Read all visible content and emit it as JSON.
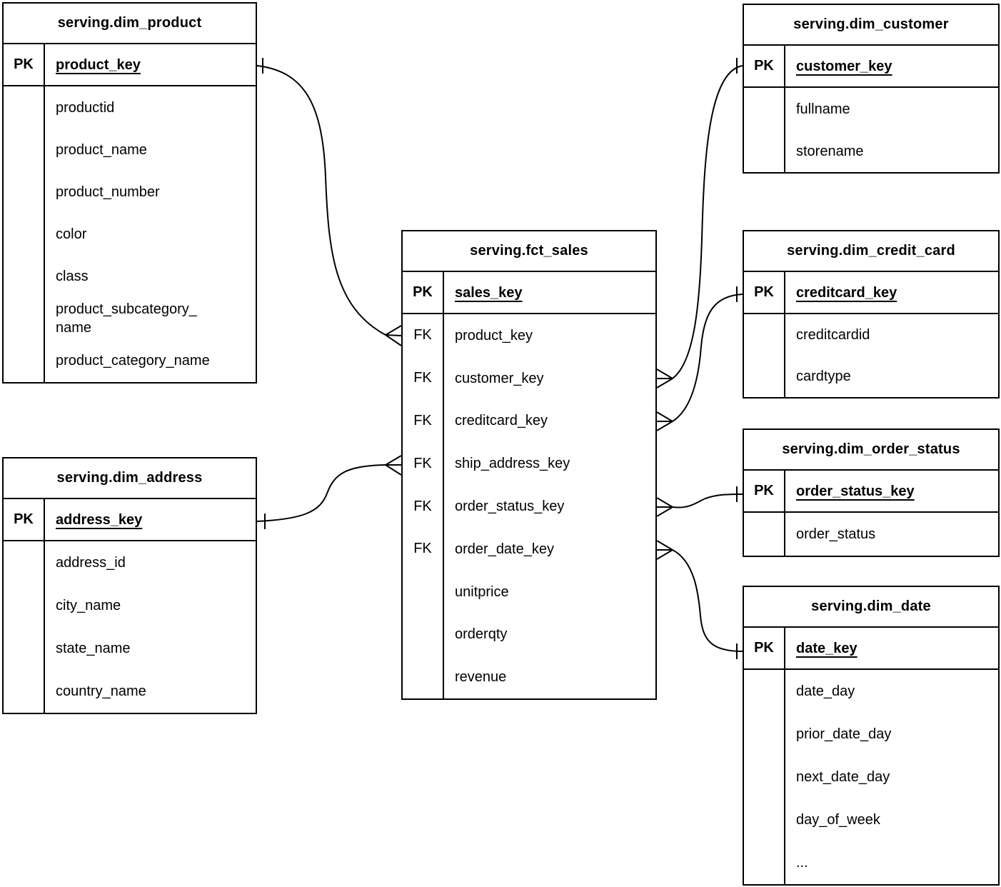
{
  "colors": {
    "line": "#000000",
    "background": "#ffffff",
    "text": "#000000"
  },
  "diagram": {
    "tables": [
      {
        "id": "dim_product",
        "title": "serving.dim_product",
        "pk": {
          "label": "PK",
          "field": "product_key"
        },
        "rows": [
          {
            "label": "",
            "field": "productid"
          },
          {
            "label": "",
            "field": "product_name"
          },
          {
            "label": "",
            "field": "product_number"
          },
          {
            "label": "",
            "field": "color"
          },
          {
            "label": "",
            "field": "class"
          },
          {
            "label": "",
            "field": "product_subcategory_\nname"
          },
          {
            "label": "",
            "field": "product_category_name"
          }
        ]
      },
      {
        "id": "dim_customer",
        "title": "serving.dim_customer",
        "pk": {
          "label": "PK",
          "field": "customer_key"
        },
        "rows": [
          {
            "label": "",
            "field": "fullname"
          },
          {
            "label": "",
            "field": "storename"
          }
        ]
      },
      {
        "id": "fct_sales",
        "title": "serving.fct_sales",
        "pk": {
          "label": "PK",
          "field": "sales_key"
        },
        "rows": [
          {
            "label": "FK",
            "field": "product_key"
          },
          {
            "label": "FK",
            "field": "customer_key"
          },
          {
            "label": "FK",
            "field": "creditcard_key"
          },
          {
            "label": "FK",
            "field": "ship_address_key"
          },
          {
            "label": "FK",
            "field": "order_status_key"
          },
          {
            "label": "FK",
            "field": "order_date_key"
          },
          {
            "label": "",
            "field": "unitprice"
          },
          {
            "label": "",
            "field": "orderqty"
          },
          {
            "label": "",
            "field": "revenue"
          }
        ]
      },
      {
        "id": "dim_credit_card",
        "title": "serving.dim_credit_card",
        "pk": {
          "label": "PK",
          "field": "creditcard_key"
        },
        "rows": [
          {
            "label": "",
            "field": "creditcardid"
          },
          {
            "label": "",
            "field": "cardtype"
          }
        ]
      },
      {
        "id": "dim_order_status",
        "title": "serving.dim_order_status",
        "pk": {
          "label": "PK",
          "field": "order_status_key"
        },
        "rows": [
          {
            "label": "",
            "field": "order_status"
          }
        ]
      },
      {
        "id": "dim_date",
        "title": "serving.dim_date",
        "pk": {
          "label": "PK",
          "field": "date_key"
        },
        "rows": [
          {
            "label": "",
            "field": "date_day"
          },
          {
            "label": "",
            "field": "prior_date_day"
          },
          {
            "label": "",
            "field": "next_date_day"
          },
          {
            "label": "",
            "field": "day_of_week"
          },
          {
            "label": "",
            "field": "..."
          }
        ]
      },
      {
        "id": "dim_address",
        "title": "serving.dim_address",
        "pk": {
          "label": "PK",
          "field": "address_key"
        },
        "rows": [
          {
            "label": "",
            "field": "address_id"
          },
          {
            "label": "",
            "field": "city_name"
          },
          {
            "label": "",
            "field": "state_name"
          },
          {
            "label": "",
            "field": "country_name"
          }
        ]
      }
    ],
    "relationships": [
      {
        "one_side": "serving.dim_product.product_key",
        "many_side": "serving.fct_sales.product_key"
      },
      {
        "one_side": "serving.dim_customer.customer_key",
        "many_side": "serving.fct_sales.customer_key"
      },
      {
        "one_side": "serving.dim_credit_card.creditcard_key",
        "many_side": "serving.fct_sales.creditcard_key"
      },
      {
        "one_side": "serving.dim_address.address_key",
        "many_side": "serving.fct_sales.ship_address_key"
      },
      {
        "one_side": "serving.dim_order_status.order_status_key",
        "many_side": "serving.fct_sales.order_status_key"
      },
      {
        "one_side": "serving.dim_date.date_key",
        "many_side": "serving.fct_sales.order_date_key"
      }
    ]
  }
}
